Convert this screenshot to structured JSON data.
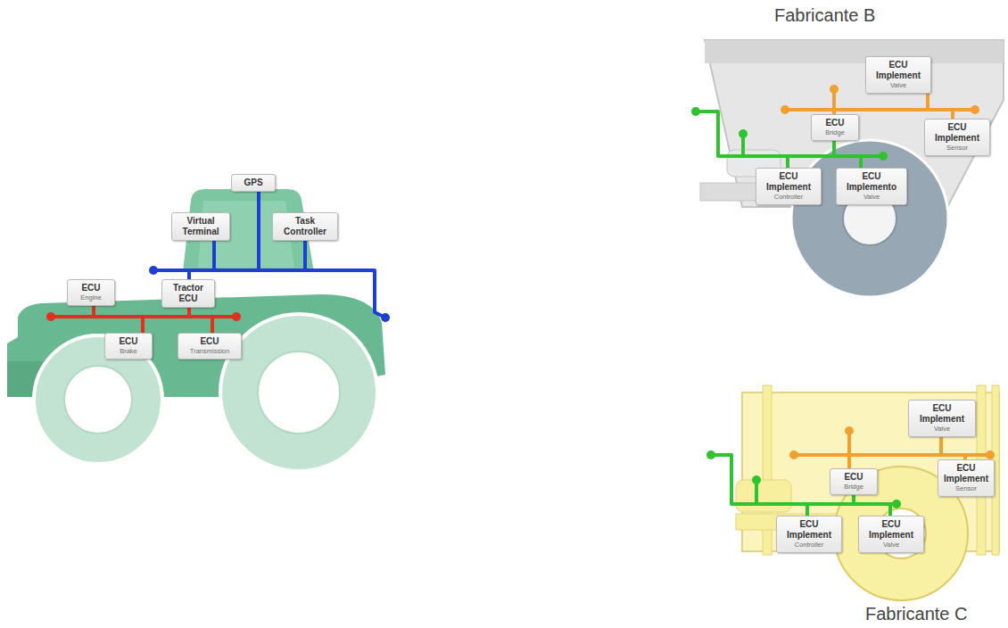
{
  "diagram": {
    "nodes": [
      {
        "text": [
          "GPS"
        ]
      },
      {
        "text": [
          "Virtual Terminal"
        ]
      },
      {
        "text": [
          "Task Controller"
        ]
      },
      {
        "text": [
          "ECU",
          "Engine"
        ]
      },
      {
        "text": [
          "Tractor ECU"
        ]
      },
      {
        "text": [
          "ECU",
          "Brake"
        ]
      },
      {
        "text": [
          "ECU",
          "Transmission"
        ]
      },
      {
        "text": [
          "ECU Implement",
          "Valve"
        ]
      },
      {
        "text": [
          "ECU",
          "Bridge"
        ]
      },
      {
        "text": [
          "ECU Implement",
          "Sensor"
        ]
      },
      {
        "text": [
          "ECU Implement",
          "Controller"
        ]
      },
      {
        "text": [
          "ECU Implemento",
          "Valve"
        ]
      },
      {
        "text": [
          "ECU Implement",
          "Valve"
        ]
      },
      {
        "text": [
          "ECU",
          "Bridge"
        ]
      },
      {
        "text": [
          "ECU Implement",
          "Sensor"
        ]
      },
      {
        "text": [
          "ECU Implement",
          "Controller"
        ]
      },
      {
        "text": [
          "ECU Implement",
          "Valve"
        ]
      }
    ],
    "labels": [
      "Fabricante B",
      "Fabricante C"
    ]
  }
}
